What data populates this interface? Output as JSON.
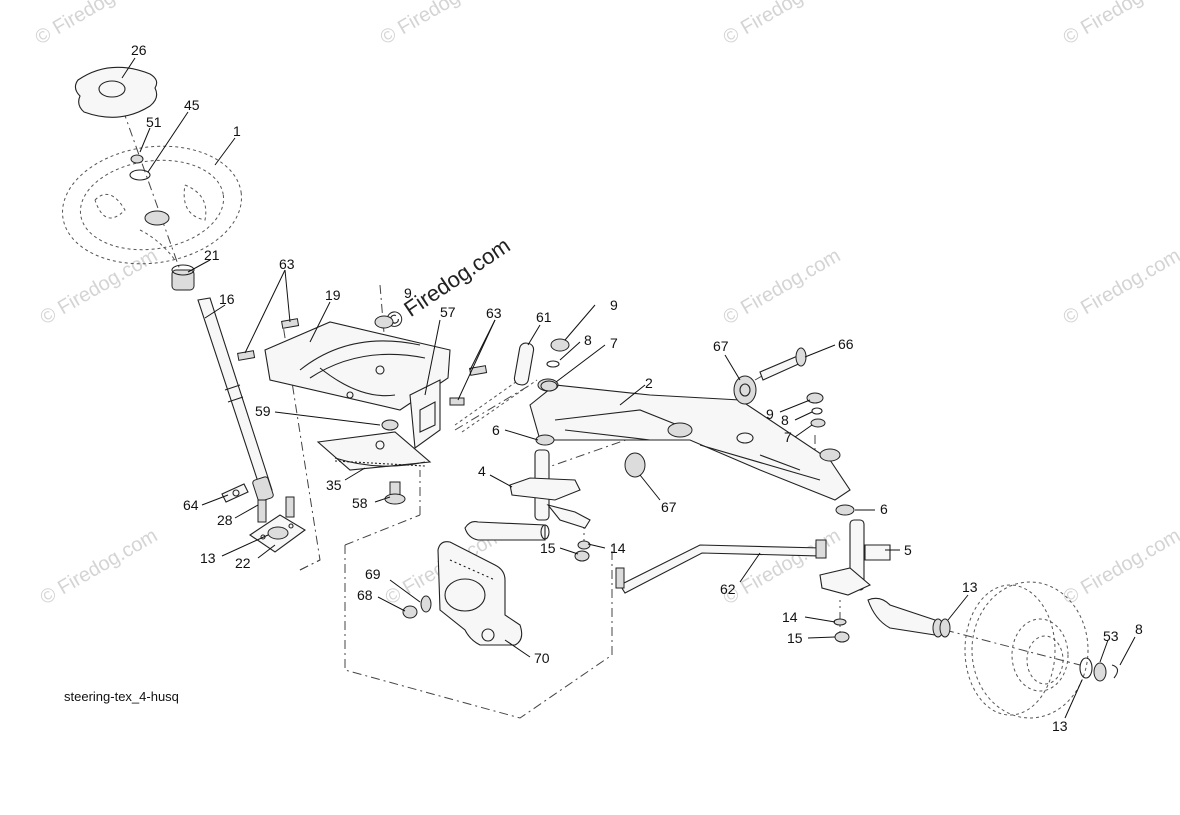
{
  "diagram": {
    "caption": "steering-tex_4-husq",
    "watermark_text": "© Firedog.com",
    "watermark_main": "© Firedog.com",
    "callouts": {
      "p26": "26",
      "p45": "45",
      "p51": "51",
      "p1": "1",
      "p21": "21",
      "p16": "16",
      "p63a": "63",
      "p19": "19",
      "p9a": "9",
      "p57": "57",
      "p63b": "63",
      "p61": "61",
      "p9b": "9",
      "p8a": "8",
      "p7a": "7",
      "p67a": "67",
      "p66": "66",
      "p2": "2",
      "p9c": "9",
      "p8b": "8",
      "p7b": "7",
      "p59": "59",
      "p6a": "6",
      "p35": "35",
      "p58": "58",
      "p64": "64",
      "p28": "28",
      "p13a": "13",
      "p22": "22",
      "p4": "4",
      "p67b": "67",
      "p6b": "6",
      "p5": "5",
      "p15a": "15",
      "p14a": "14",
      "p69": "69",
      "p68": "68",
      "p70": "70",
      "p62": "62",
      "p14b": "14",
      "p15b": "15",
      "p13b": "13",
      "p53": "53",
      "p8c": "8",
      "p13c": "13"
    }
  }
}
